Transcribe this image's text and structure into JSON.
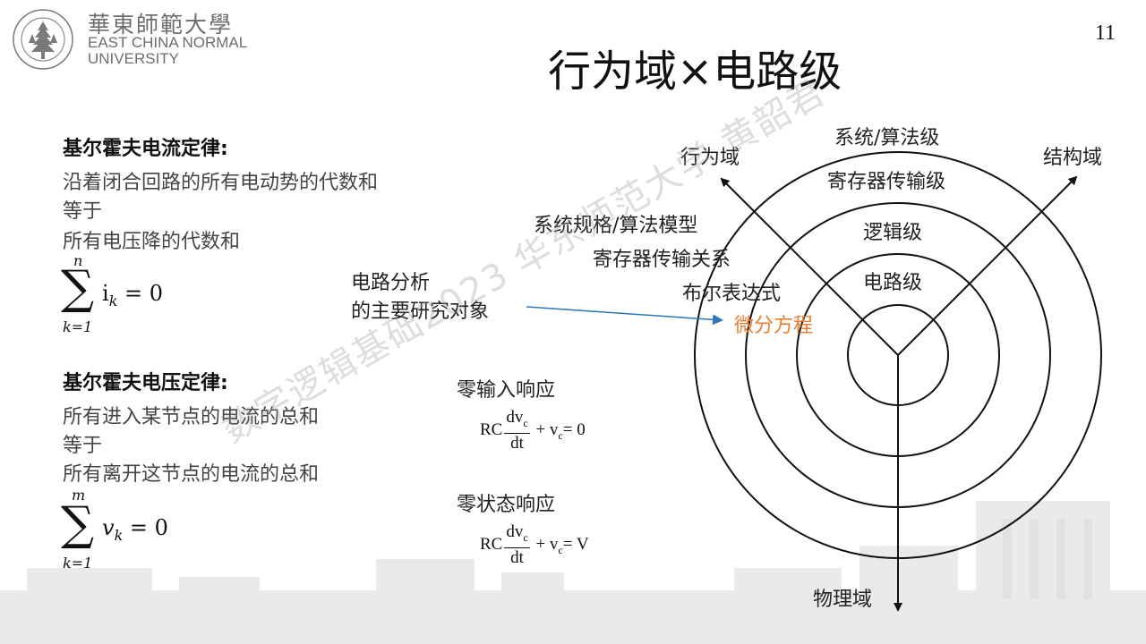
{
  "header": {
    "university_cn": "華東師範大學",
    "university_en_line1": "EAST CHINA NORMAL",
    "university_en_line2": "UNIVERSITY",
    "logo_ring_text": "EAST CHINA NORMAL UNIVERSITY",
    "page_number": "11"
  },
  "title": "行为域×电路级",
  "kcl": {
    "heading": "基尔霍夫电流定律:",
    "line1": "沿着闭合回路的所有电动势的代数和",
    "line2": "等于",
    "line3": "所有电压降的代数和",
    "sum_upper": "n",
    "sum_lower": "k=1",
    "expr": "i",
    "expr_sub": "k",
    "expr_rhs": " = 0"
  },
  "kvl": {
    "heading": "基尔霍夫电压定律:",
    "line1": "所有进入某节点的电流的总和",
    "line2": "等于",
    "line3": "所有离开这节点的电流的总和",
    "sum_upper": "m",
    "sum_lower": "k=1",
    "expr": "v",
    "expr_sub": "k",
    "expr_rhs": " = 0"
  },
  "analysis": {
    "line1": "电路分析",
    "line2": "的主要研究对象"
  },
  "responses": {
    "zero_input": "零输入响应",
    "zero_input_eq_left": "RC",
    "zero_input_eq_num": "dv",
    "zero_input_eq_num_sub": "c",
    "zero_input_eq_den": "dt",
    "zero_input_eq_right_a": " + v",
    "zero_input_eq_right_sub": "c",
    "zero_input_eq_right_b": "= 0",
    "zero_state": "零状态响应",
    "zero_state_eq_left": "RC",
    "zero_state_eq_num": "dv",
    "zero_state_eq_num_sub": "c",
    "zero_state_eq_den": "dt",
    "zero_state_eq_right_a": " + v",
    "zero_state_eq_right_sub": "c",
    "zero_state_eq_right_b": "= V"
  },
  "diagram": {
    "axis_behavior": "行为域",
    "axis_structure": "结构域",
    "axis_physical": "物理域",
    "level_system": "系统/算法级",
    "level_rtl": "寄存器传输级",
    "level_logic": "逻辑级",
    "level_circuit": "电路级",
    "beh_system": "系统规格/算法模型",
    "beh_rtl": "寄存器传输关系",
    "beh_logic": "布尔表达式",
    "beh_circuit": "微分方程"
  },
  "watermark": "数字逻辑基础2023 华东师范大学 黄韶君",
  "colors": {
    "arrow_blue": "#2E75B6",
    "highlight_orange": "#ED7D31",
    "logo_gray": "#7a7a7a"
  }
}
